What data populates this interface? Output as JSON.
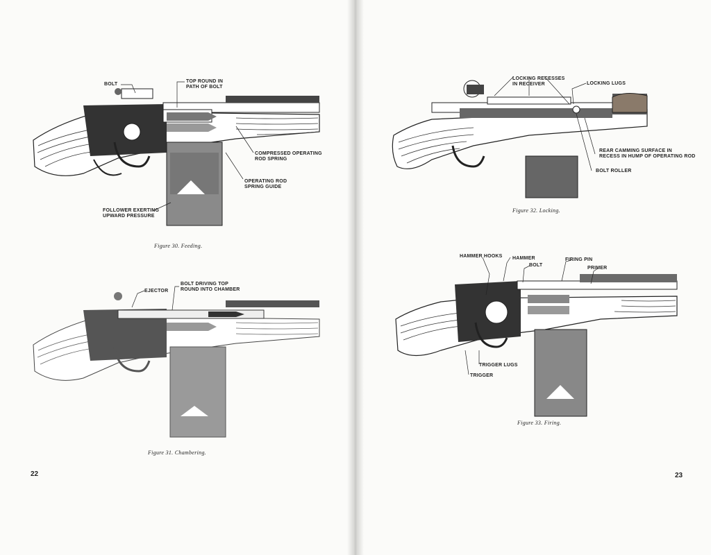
{
  "left_page": {
    "page_number": "22",
    "figure_30": {
      "caption": "Figure 30. Feeding.",
      "labels": {
        "bolt": "BOLT",
        "top_round": "TOP ROUND IN\nPATH OF BOLT",
        "compressed_spring": "COMPRESSED OPERATING\nROD SPRING",
        "rod_spring_guide": "OPERATING ROD\nSPRING GUIDE",
        "follower": "FOLLOWER EXERTING\nUPWARD PRESSURE"
      }
    },
    "figure_31": {
      "caption": "Figure 31. Chambering.",
      "labels": {
        "ejector": "EJECTOR",
        "bolt_driving": "BOLT DRIVING TOP\nROUND INTO CHAMBER"
      }
    }
  },
  "right_page": {
    "page_number": "23",
    "figure_32": {
      "caption": "Figure 32. Locking.",
      "labels": {
        "locking_recesses": "LOCKING RECESSES\nIN RECEIVER",
        "locking_lugs": "LOCKING LUGS",
        "rear_camming": "REAR CAMMING SURFACE IN\nRECESS IN HUMP OF OPERATING ROD",
        "bolt_roller": "BOLT ROLLER"
      }
    },
    "figure_33": {
      "caption": "Figure 33. Firing.",
      "labels": {
        "hammer_hooks": "HAMMER HOOKS",
        "hammer": "HAMMER",
        "bolt": "BOLT",
        "firing_pin": "FIRING PIN",
        "primer": "PRIMER",
        "trigger_lugs": "TRIGGER LUGS",
        "trigger": "TRIGGER"
      }
    }
  }
}
